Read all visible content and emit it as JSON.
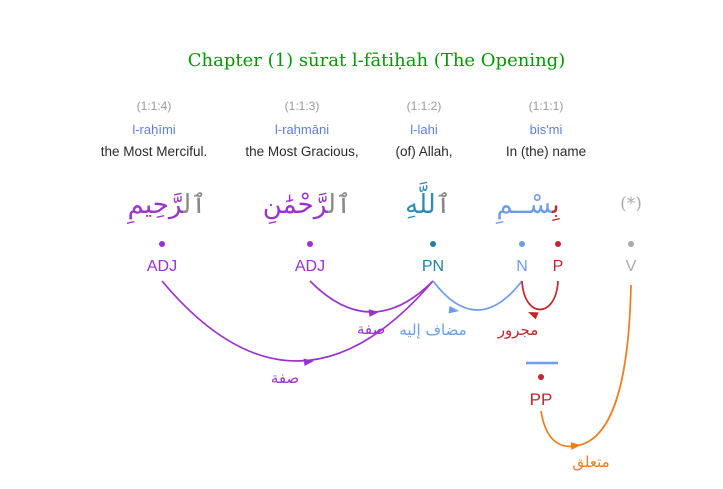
{
  "page": {
    "title": "Chapter (1) sūrat l-fātiḥah (The Opening)"
  },
  "palette": {
    "title_green": "#009900",
    "ref_gray": "#999999",
    "transliteration_blue": "#5B7FD9",
    "translation_black": "#2B2B2B",
    "adjective_purple": "#9933CC",
    "proper_noun_teal": "#2181A8",
    "noun_blue": "#6D9CE8",
    "preposition_red": "#C0262C",
    "verb_gray": "#AAAAAA",
    "determiner_gray": "#888888",
    "link_orange": "#ED7D1F"
  },
  "words": [
    {
      "ref": "(1:1:4)",
      "translit": "l-raḥīmi",
      "translation": "the Most Merciful.",
      "arabic_prefix": "ٱل‍",
      "arabic_stem": "‍رَّحِيمِ",
      "prefix_color": "#888888",
      "stem_color": "#9933CC"
    },
    {
      "ref": "(1:1:3)",
      "translit": "l-raḥmāni",
      "translation": "the Most Gracious,",
      "arabic_prefix": "ٱل‍",
      "arabic_stem": "‍رَّحْمَٰنِ",
      "prefix_color": "#888888",
      "stem_color": "#9933CC"
    },
    {
      "ref": "(1:1:2)",
      "translit": "l-lahi",
      "translation": "(of) Allah,",
      "arabic_prefix": "ٱ",
      "arabic_stem": "للَّهِ",
      "prefix_color": "#888888",
      "stem_color": "#2E8CB4"
    },
    {
      "ref": "(1:1:1)",
      "translit": "bis'mi",
      "translation": "In (the) name",
      "arabic_prefix": "بِ‍",
      "arabic_stem": "‍سْــمِ",
      "prefix_color": "#C0262C",
      "stem_color": "#6D9CE8"
    }
  ],
  "elided_verb": {
    "symbol": "(*)",
    "color": "#AAAAAA"
  },
  "pos_tags": [
    {
      "label": "ADJ",
      "color": "#9933CC"
    },
    {
      "label": "ADJ",
      "color": "#9933CC"
    },
    {
      "label": "PN",
      "color": "#2181A8"
    },
    {
      "label": "N",
      "color": "#6D9CE8"
    },
    {
      "label": "P",
      "color": "#C0262C"
    },
    {
      "label": "V",
      "color": "#AAAAAA"
    }
  ],
  "arcs": [
    {
      "label": "صفة",
      "color": "#9933CC"
    },
    {
      "label": "صفة",
      "color": "#9933CC"
    },
    {
      "label": "مضاف إليه",
      "color": "#6D9CE8"
    },
    {
      "label": "مجرور",
      "color": "#C0262C"
    },
    {
      "label": "متعلق",
      "color": "#ED7D1F"
    }
  ],
  "phrase_node": {
    "label": "PP",
    "color": "#C0262C",
    "line_color": "#6D9CE8"
  }
}
